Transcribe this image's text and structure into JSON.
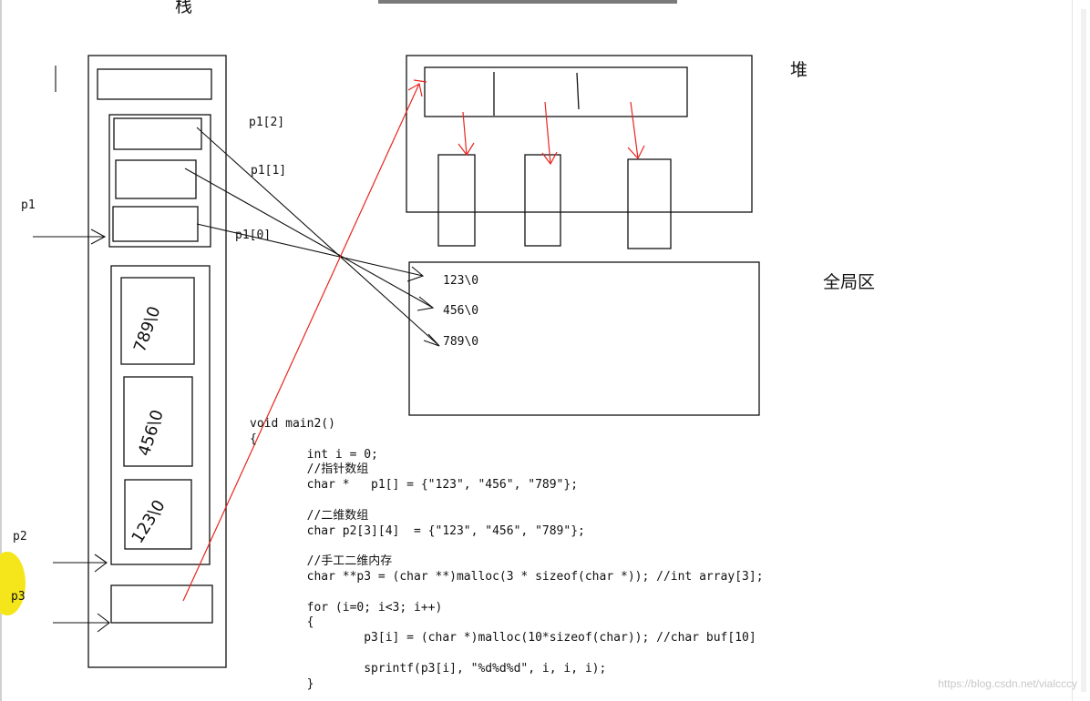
{
  "labels": {
    "stack_title": "栈",
    "heap_title": "堆",
    "global_title": "全局区",
    "p1": "p1",
    "p2": "p2",
    "p3": "p3",
    "p1_0": "p1[0]",
    "p1_1": "p1[1]",
    "p1_2": "p1[2]"
  },
  "global_strings": [
    "123\\0",
    "456\\0",
    "789\\0"
  ],
  "handwritten_cells": [
    "789\\0",
    "456\\0",
    "123\\0"
  ],
  "code_lines": [
    "void main2()",
    "{",
    "        int i = 0;",
    "        //指针数组",
    "        char *   p1[] = {\"123\", \"456\", \"789\"};",
    "",
    "        //二维数组",
    "        char p2[3][4]  = {\"123\", \"456\", \"789\"};",
    "",
    "        //手工二维内存",
    "        char **p3 = (char **)malloc(3 * sizeof(char *)); //int array[3];",
    "",
    "        for (i=0; i<3; i++)",
    "        {",
    "                p3[i] = (char *)malloc(10*sizeof(char)); //char buf[10]",
    "",
    "                sprintf(p3[i], \"%d%d%d\", i, i, i);",
    "        }"
  ],
  "watermark": "https://blog.csdn.net/vialcccy",
  "colors": {
    "ink": "#111111",
    "red_arrow": "#e8251f",
    "highlight": "#f5e61c"
  }
}
